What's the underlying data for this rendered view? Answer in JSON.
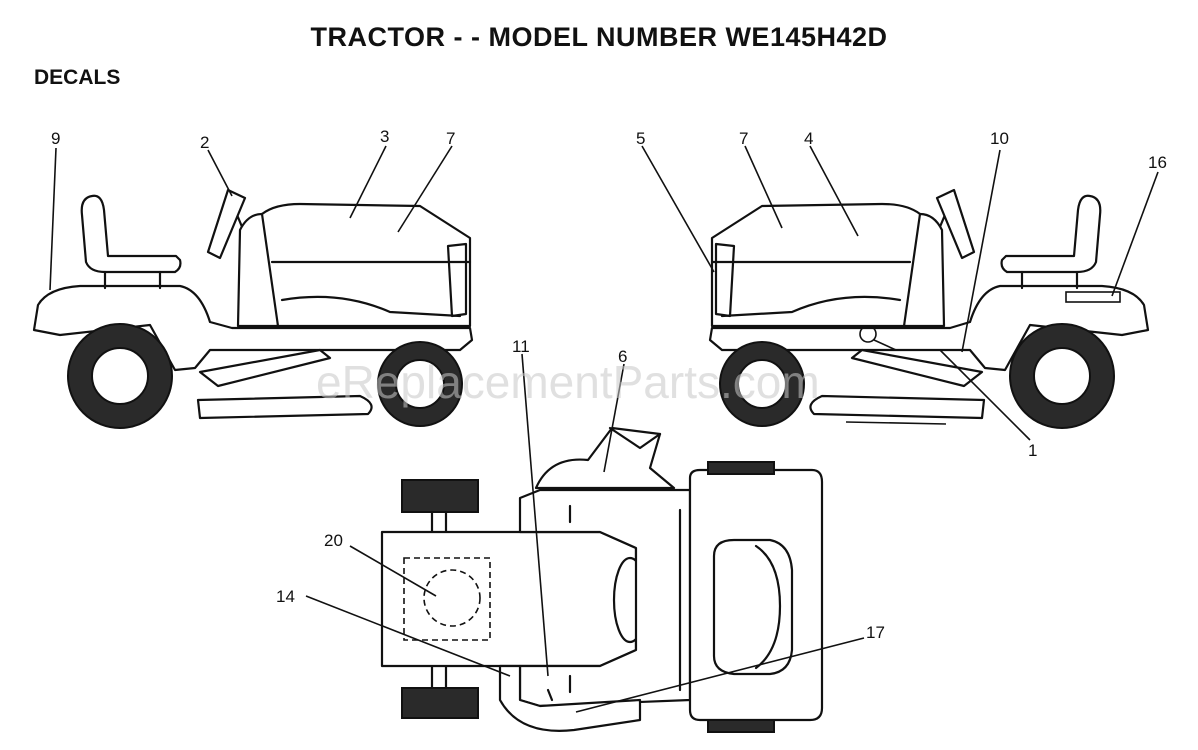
{
  "header": {
    "title": "TRACTOR - - MODEL NUMBER WE145H42D",
    "section": "DECALS"
  },
  "callouts": {
    "c9": "9",
    "c2": "2",
    "c3": "3",
    "c7a": "7",
    "c5": "5",
    "c7b": "7",
    "c4": "4",
    "c10": "10",
    "c16": "16",
    "c1": "1",
    "c11": "11",
    "c6": "6",
    "c20": "20",
    "c14": "14",
    "c17": "17"
  },
  "watermark": "eReplacementParts.com"
}
